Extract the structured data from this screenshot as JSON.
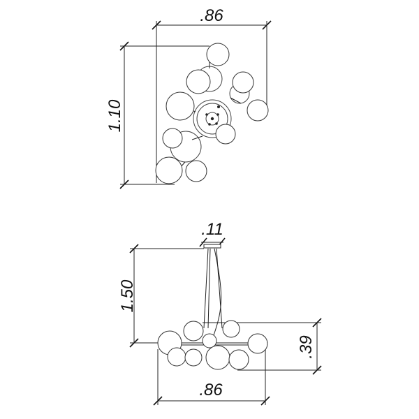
{
  "top_view": {
    "width_label": ".86",
    "height_label": "1.10"
  },
  "side_view": {
    "canopy_label": ".11",
    "drop_label": "1.50",
    "body_height_label": ".39",
    "width_label": ".86"
  },
  "colors": {
    "line": "#222222",
    "background": "#ffffff"
  }
}
